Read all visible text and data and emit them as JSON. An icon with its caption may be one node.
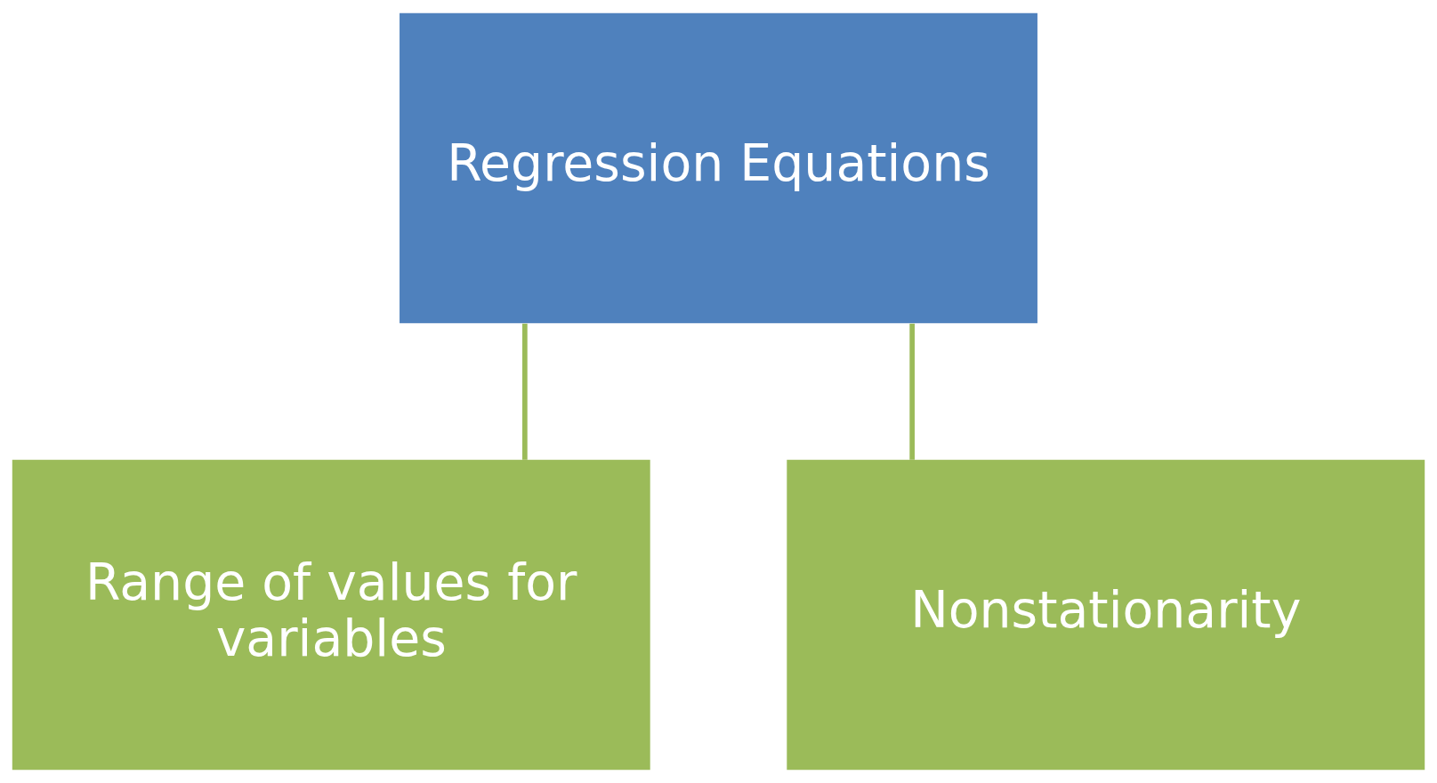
{
  "diagram": {
    "nodes": [
      {
        "text": [
          "Regression Equations"
        ]
      },
      {
        "text": [
          "Range of values for variables"
        ]
      },
      {
        "text": [
          "Nonstationarity"
        ]
      }
    ],
    "edges": [
      {
        "from": 0,
        "to": 1,
        "arrow": "none"
      },
      {
        "from": 0,
        "to": 2,
        "arrow": "none"
      }
    ]
  }
}
